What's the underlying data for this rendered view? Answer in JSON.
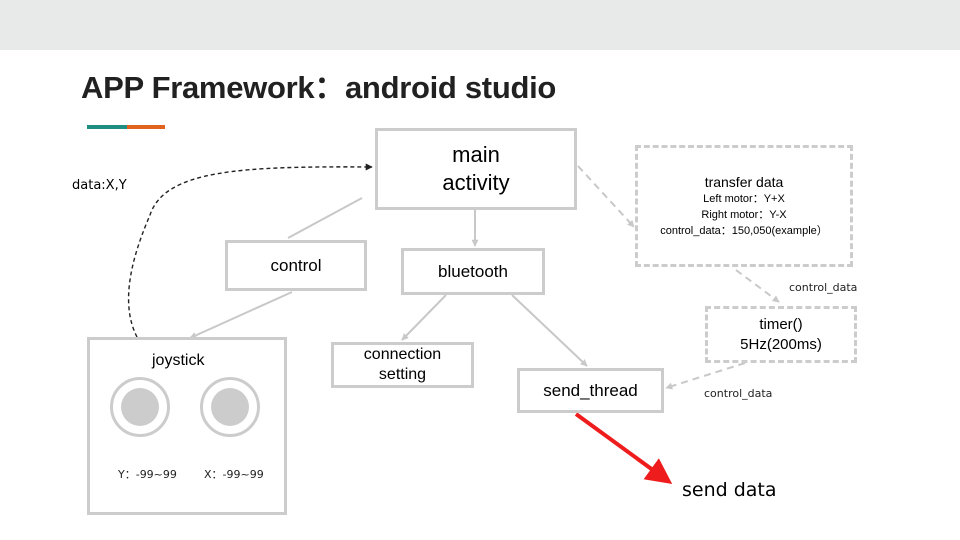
{
  "title": "APP Framework：android studio",
  "nodes": {
    "main_activity": {
      "line1": "main",
      "line2": "activity"
    },
    "control": "control",
    "bluetooth": "bluetooth",
    "connection_setting": {
      "line1": "connection",
      "line2": "setting"
    },
    "send_thread": "send_thread",
    "joystick": "joystick",
    "timer": {
      "line1": "timer()",
      "line2": "5Hz(200ms)"
    },
    "transfer_data": {
      "heading": "transfer data",
      "left_motor": "Left motor：Y+X",
      "right_motor": "Right motor：Y-X",
      "control_data": "control_data：150,050(example）"
    }
  },
  "joystick_ranges": {
    "y": "Y：-99~99",
    "x": "X：-99~99"
  },
  "edge_labels": {
    "data_xy": "data:X,Y",
    "control_data_top": "control_data",
    "control_data_bottom": "control_data",
    "send_data": "send data"
  },
  "colors": {
    "box_border": "#cccccc",
    "arrow_gray": "#c8c8c8",
    "send_arrow": "#ee1c1c",
    "accent_teal": "#1e8e83",
    "accent_orange": "#e0621c"
  }
}
